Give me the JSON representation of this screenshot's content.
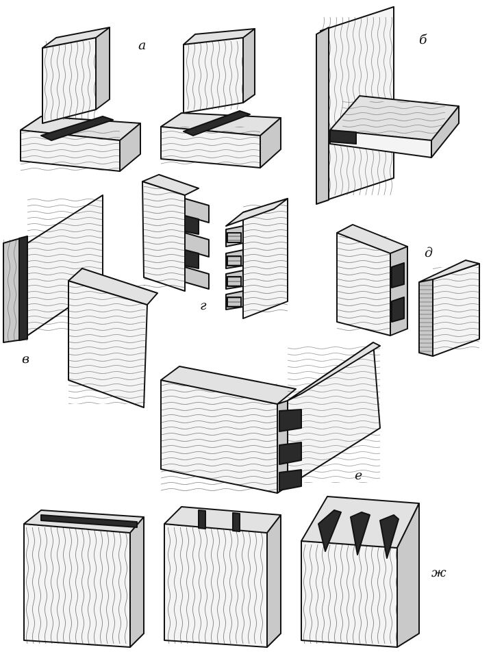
{
  "figure": {
    "colors": {
      "ink": "#111111",
      "paper": "#ffffff",
      "wood_light": "#f4f4f4",
      "wood_mid": "#e2e2e2",
      "wood_shade": "#c9c9c9"
    },
    "labels": {
      "a": "а",
      "b": "б",
      "v": "в",
      "g": "г",
      "d": "д",
      "e": "е",
      "zh": "ж"
    }
  }
}
